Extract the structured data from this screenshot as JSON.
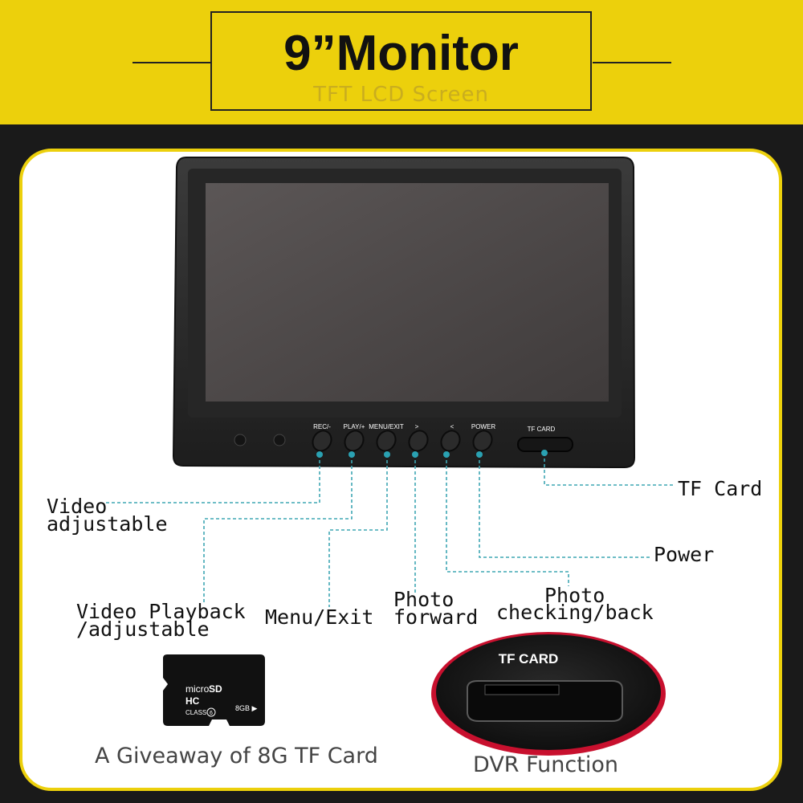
{
  "header": {
    "title": "9”Monitor",
    "subtitle": "TFT LCD Screen"
  },
  "monitor": {
    "buttons": [
      "REC/-",
      "PLAY/+",
      "MENU/EXIT",
      ">",
      "<",
      "POWER"
    ],
    "card_slot_label": "TF CARD"
  },
  "callouts": {
    "video_adjustable": [
      "Video",
      "adjustable"
    ],
    "video_playback": [
      "Video Playback",
      "/adjustable"
    ],
    "menu_exit": "Menu/Exit",
    "photo_forward": [
      "Photo",
      "forward"
    ],
    "photo_checking": [
      "Photo",
      "checking/back"
    ],
    "power": "Power",
    "tf_card": "TF Card"
  },
  "sd_card": {
    "brand_line1": "micro",
    "brand_line2": "SD",
    "hc": "HC",
    "class_text": "CLASS",
    "class_num": "6",
    "capacity": "8GB ▶"
  },
  "slot_closeup": {
    "label": "TF CARD"
  },
  "captions": {
    "giveaway": "A Giveaway of 8G TF Card",
    "dvr": "DVR Function"
  },
  "colors": {
    "accent_yellow": "#ecd00c",
    "callout_teal": "#3fa7b4",
    "dot_teal": "#2aa1b2",
    "slot_red": "#c8102e"
  }
}
